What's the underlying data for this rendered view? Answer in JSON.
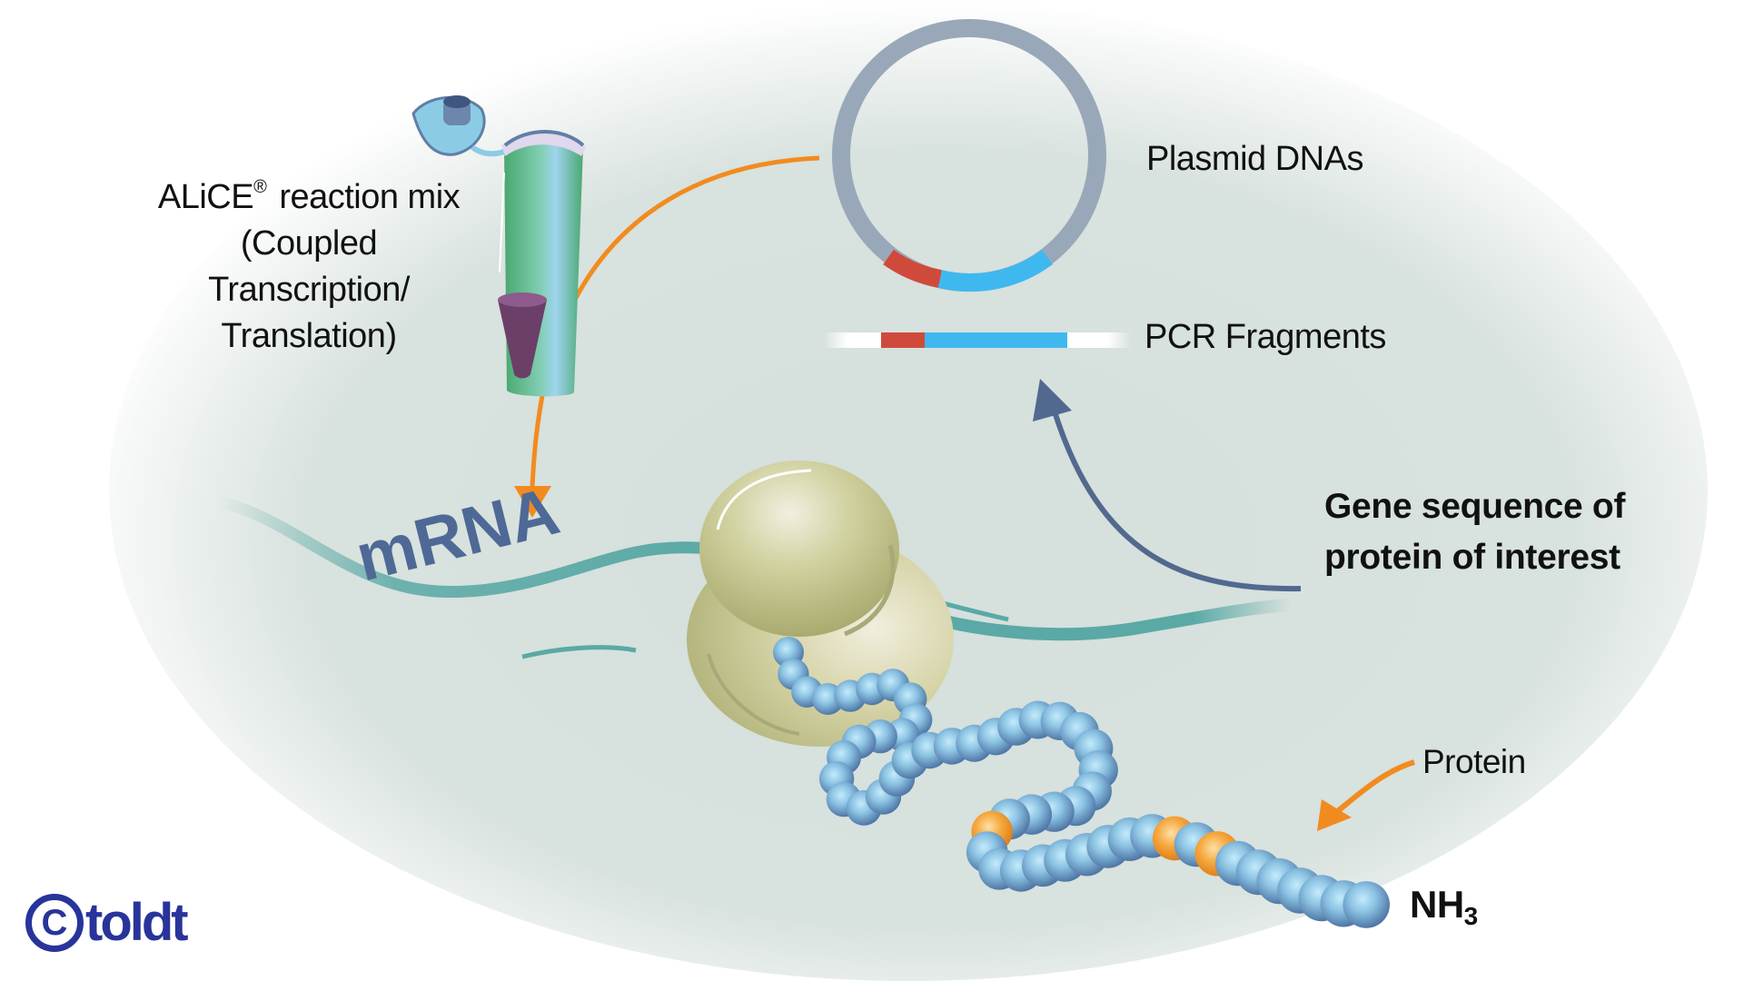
{
  "labels": {
    "alice_brand": "ALiCE",
    "alice_reg": "®",
    "alice_line1_rest": "reaction mix",
    "alice_line2": "(Coupled",
    "alice_line3": "Transcription/",
    "alice_line4": "Translation)",
    "plasmid": "Plasmid DNAs",
    "pcr": "PCR Fragments",
    "gene_line1": "Gene sequence of",
    "gene_line2": "protein of interest",
    "mrna": "mRNA",
    "protein": "Protein",
    "nh3_base": "NH",
    "nh3_sub": "3"
  },
  "logo": {
    "symbol": "C",
    "text": "toldt"
  },
  "colors": {
    "background_center": "#d6e0dc",
    "orange_arrow": "#f28b1f",
    "blue_arrow": "#52698f",
    "plasmid_ring": "#98a8b8",
    "insert_red": "#d04a3c",
    "insert_blue": "#3fb8f0",
    "mrna_strand": "#5aa9a6",
    "mrna_text": "#4e6995",
    "ribosome": "#c3c48e",
    "bead_blue": "#7fb2d6",
    "bead_orange": "#f4a23a",
    "tube_green": "#5fb88a",
    "tube_liquid": "#6b3f68",
    "logo_blue": "#28349a"
  }
}
